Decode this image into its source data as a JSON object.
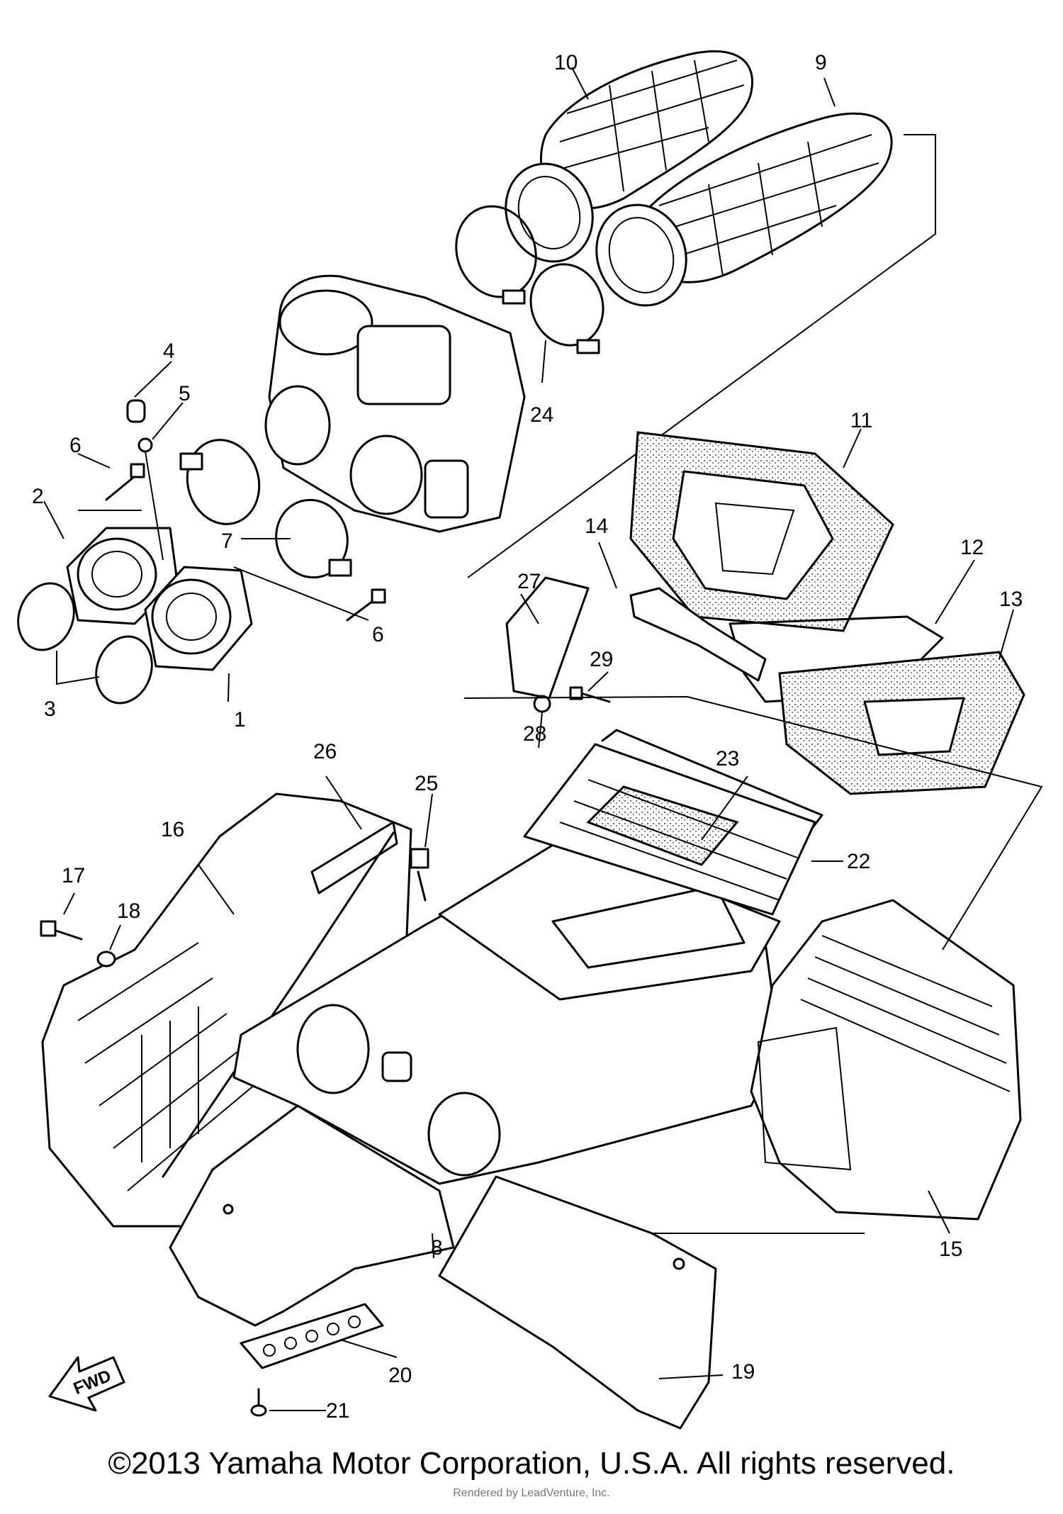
{
  "diagram": {
    "part_labels": [
      "1",
      "2",
      "3",
      "4",
      "5",
      "6",
      "6",
      "7",
      "8",
      "9",
      "10",
      "11",
      "12",
      "13",
      "14",
      "15",
      "16",
      "17",
      "18",
      "19",
      "20",
      "21",
      "22",
      "23",
      "24",
      "25",
      "26",
      "27",
      "28",
      "29"
    ],
    "fwd_arrow": "FWD",
    "copyright": "©2013 Yamaha Motor Corporation, U.S.A. All rights reserved.",
    "rendered_by": "Rendered by LeadVenture, Inc."
  }
}
